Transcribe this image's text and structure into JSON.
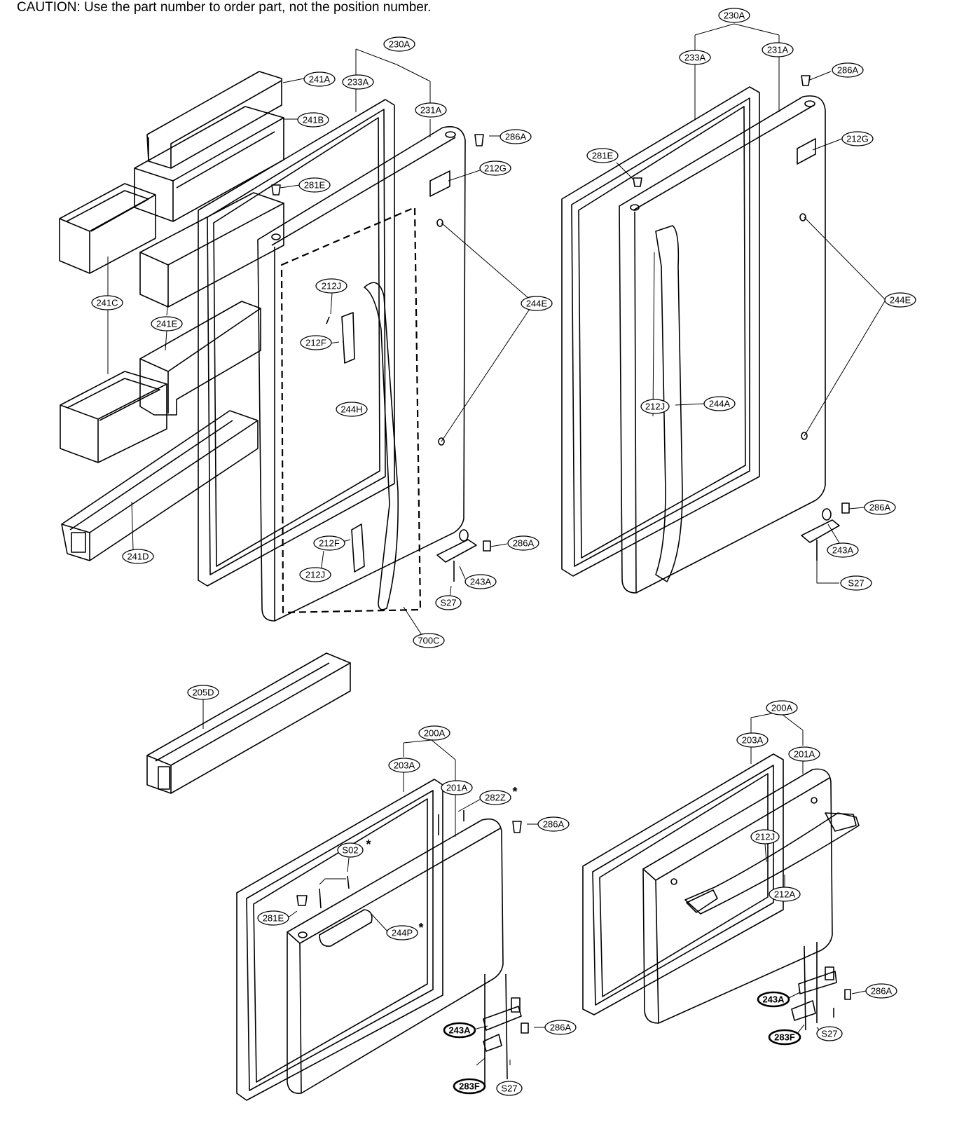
{
  "caution": "CAUTION: Use the part number to order part, not the position number.",
  "labels": {
    "l230a_left": "230A",
    "l233a_left": "233A",
    "l231a_left": "231A",
    "l241a": "241A",
    "l241b": "241B",
    "l241c": "241C",
    "l241e": "241E",
    "l241d": "241D",
    "l286a_tl": "286A",
    "l212g_left": "212G",
    "l281e_left": "281E",
    "l212j_top": "212J",
    "l212f_top": "212F",
    "l244h": "244H",
    "l212f_bot": "212F",
    "l212j_bot": "212J",
    "l244e_left": "244E",
    "l286a_lmid": "286A",
    "l243a_left": "243A",
    "l s27_left": "S27",
    "l700c": "700C",
    "l230a_right": "230A",
    "l233a_right": "233A",
    "l231a_right": "231A",
    "l286a_tr": "286A",
    "l212g_right": "212G",
    "l281e_right": "281E",
    "l212j_right": "212J",
    "l244a": "244A",
    "l244e_right": "244E",
    "l286a_rmid": "286A",
    "l243a_right": "243A",
    "ls27_right": "S27",
    "l205d": "205D",
    "l200a_left": "200A",
    "l203a_left": "203A",
    "l201a_left": "201A",
    "l282z": "282Z",
    "l286a_bl": "286A",
    "ls02": "S02",
    "l281e_bot": "281E",
    "l244p": "244P",
    "l243a_bl": "243A",
    "l286a_bl2": "286A",
    "l283f_bl": "283F",
    "ls27_bl": "S27",
    "l200a_right": "200A",
    "l203a_right": "203A",
    "l201a_right": "201A",
    "l212j_br": "212J",
    "l212a": "212A",
    "l243a_br": "243A",
    "l286a_br": "286A",
    "l283f_br": "283F",
    "ls27_br": "S27",
    "asterisk": "*"
  }
}
